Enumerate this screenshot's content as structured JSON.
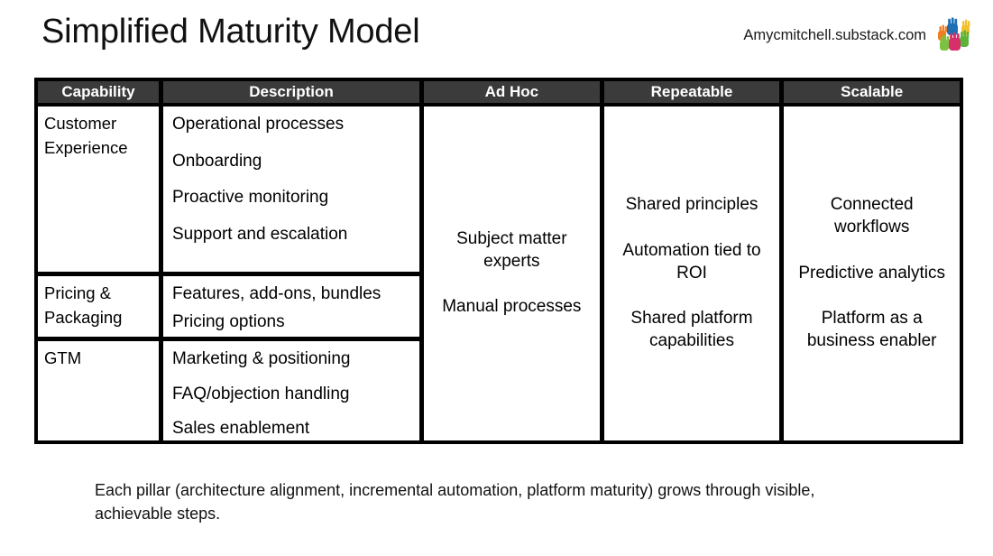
{
  "header": {
    "title": "Simplified Maturity Model",
    "brand_text": "Amycmitchell.substack.com",
    "logo_name": "colorful-hands-logo"
  },
  "table": {
    "columns": [
      {
        "key": "capability",
        "label": "Capability"
      },
      {
        "key": "description",
        "label": "Description"
      },
      {
        "key": "ad_hoc",
        "label": "Ad Hoc"
      },
      {
        "key": "repeatable",
        "label": "Repeatable"
      },
      {
        "key": "scalable",
        "label": "Scalable"
      }
    ],
    "rows": [
      {
        "capability": "Customer Experience",
        "description": [
          "Operational processes",
          "Onboarding",
          "Proactive monitoring",
          "Support and escalation"
        ]
      },
      {
        "capability": "Pricing & Packaging",
        "description": [
          "Features, add-ons, bundles",
          "Pricing options"
        ]
      },
      {
        "capability": "GTM",
        "description": [
          "Marketing & positioning",
          "FAQ/objection handling",
          "Sales enablement"
        ]
      }
    ],
    "stages": {
      "ad_hoc": [
        "Subject matter experts",
        "Manual processes"
      ],
      "repeatable": [
        "Shared principles",
        "Automation tied to ROI",
        "Shared platform capabilities"
      ],
      "scalable": [
        "Connected workflows",
        "Predictive analytics",
        "Platform as a business enabler"
      ]
    }
  },
  "caption": "Each pillar (architecture alignment, incremental automation, platform maturity) grows through visible, achievable steps.",
  "colors": {
    "header_cell_bg": "#3b3b3b",
    "header_cell_text": "#ffffff",
    "grid": "#000000",
    "cell_bg": "#ffffff",
    "text": "#111111"
  }
}
